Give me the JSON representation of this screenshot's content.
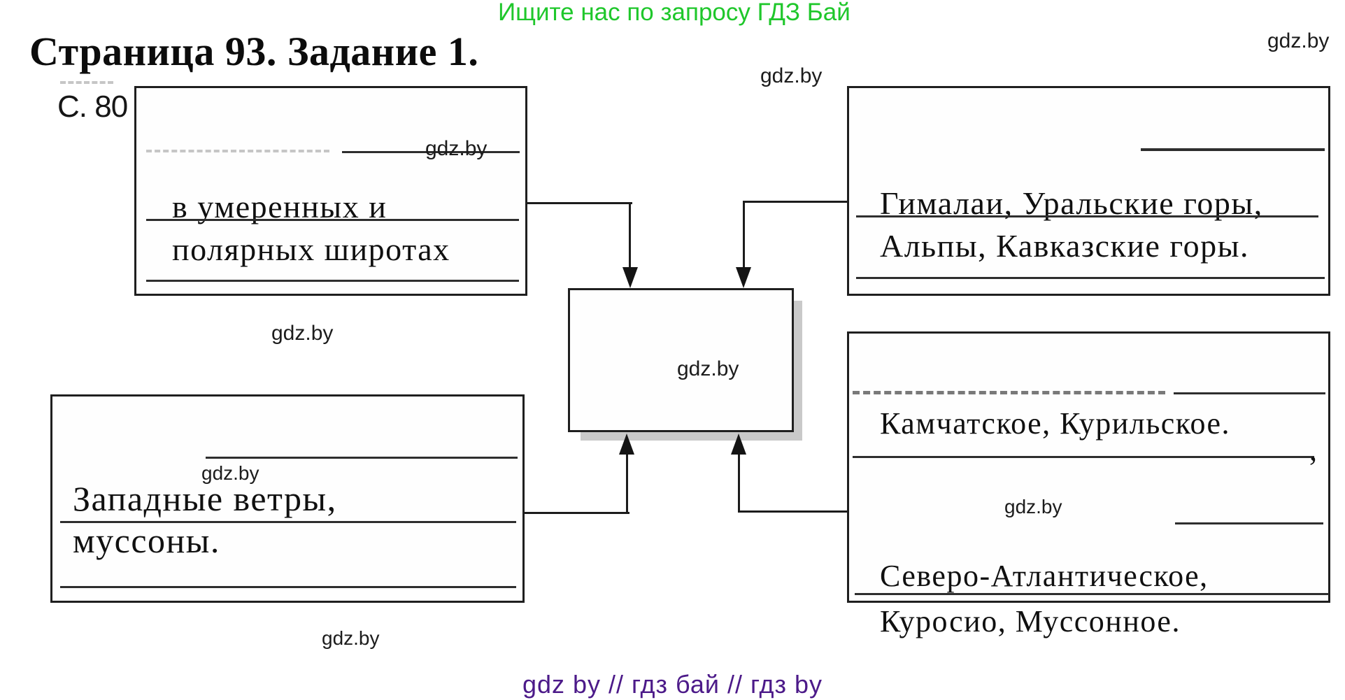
{
  "header": {
    "promo": "Ищите нас по запросу ГДЗ Бай",
    "title": "Страница 93. Задание 1.",
    "page_ref": "С. 80"
  },
  "watermark": "gdz.by",
  "diagram": {
    "top_left_box": {
      "answer_line1": "в умеренных и",
      "answer_line2": "полярных широтах"
    },
    "top_right_box": {
      "answer_line1": "Гималаи, Уральские горы,",
      "answer_line2": "Альпы, Кавказские горы."
    },
    "center_box": {
      "watermark": "gdz.by"
    },
    "bottom_left_box": {
      "answer_line1": "Западные ветры,",
      "answer_line2": "муссоны."
    },
    "bottom_right_box": {
      "answer_line1": "Камчатское, Курильское.",
      "trailing_comma": ",",
      "answer_line2": "Северо-Атлантическое,",
      "answer_line3": "Куросио, Муссонное."
    }
  },
  "footer": {
    "text": "gdz by  //  гдз бай  //  гдз by"
  },
  "colors": {
    "promo_green": "#1fc72b",
    "footer_purple": "#4c1a89",
    "ink": "#1f1f1f"
  }
}
